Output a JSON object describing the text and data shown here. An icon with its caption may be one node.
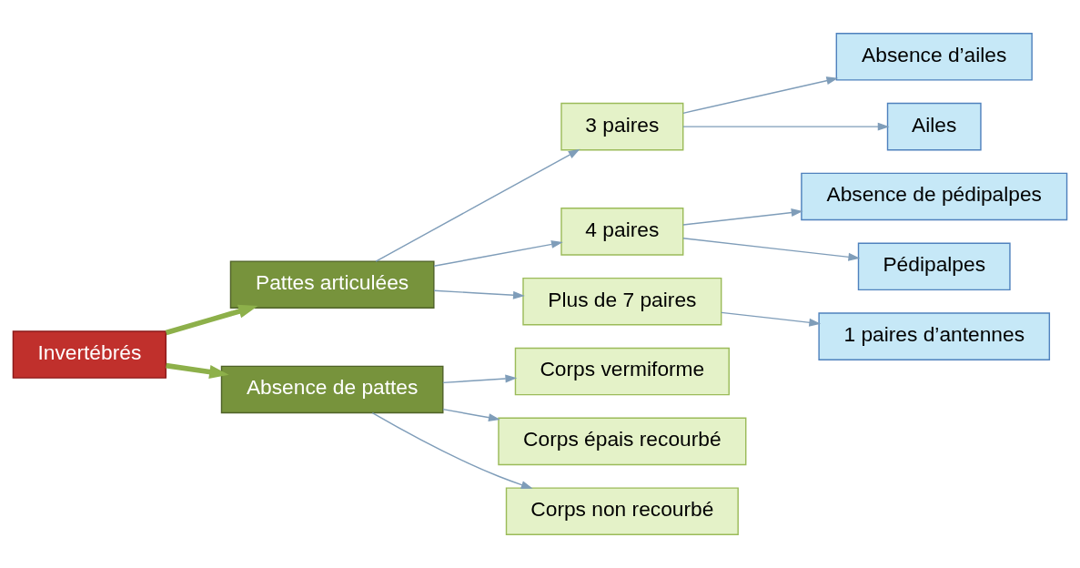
{
  "diagram": {
    "nodes": [
      {
        "text": [
          "Invertébrés"
        ]
      },
      {
        "text": [
          "Pattes articulées"
        ]
      },
      {
        "text": [
          "Absence de pattes"
        ]
      },
      {
        "text": [
          "3 paires"
        ]
      },
      {
        "text": [
          "Absence d’ailes"
        ]
      },
      {
        "text": [
          "Ailes"
        ]
      },
      {
        "text": [
          "4 paires"
        ]
      },
      {
        "text": [
          "Absence de pédipalpes"
        ]
      },
      {
        "text": [
          "Pédipalpes"
        ]
      },
      {
        "text": [
          "Plus de 7 paires"
        ]
      },
      {
        "text": [
          "1 paires d’antennes"
        ]
      },
      {
        "text": [
          "Corps vermiforme"
        ]
      },
      {
        "text": [
          "Corps épais recourbé"
        ]
      },
      {
        "text": [
          "Corps non recourbé"
        ]
      }
    ],
    "edges": [
      {
        "from": 0,
        "to": 1,
        "arrow": "to",
        "style": "thick",
        "color": "#8db04a"
      },
      {
        "from": 0,
        "to": 2,
        "arrow": "to",
        "style": "thick",
        "color": "#8db04a"
      },
      {
        "from": 1,
        "to": 3,
        "arrow": "to"
      },
      {
        "from": 1,
        "to": 6,
        "arrow": "to"
      },
      {
        "from": 1,
        "to": 9,
        "arrow": "to"
      },
      {
        "from": 3,
        "to": 4,
        "arrow": "to"
      },
      {
        "from": 3,
        "to": 5,
        "arrow": "to"
      },
      {
        "from": 6,
        "to": 7,
        "arrow": "to"
      },
      {
        "from": 6,
        "to": 8,
        "arrow": "to"
      },
      {
        "from": 9,
        "to": 10,
        "arrow": "to"
      },
      {
        "from": 2,
        "to": 11,
        "arrow": "to"
      },
      {
        "from": 2,
        "to": 12,
        "arrow": "to"
      },
      {
        "from": 2,
        "to": 13,
        "arrow": "to"
      }
    ]
  }
}
